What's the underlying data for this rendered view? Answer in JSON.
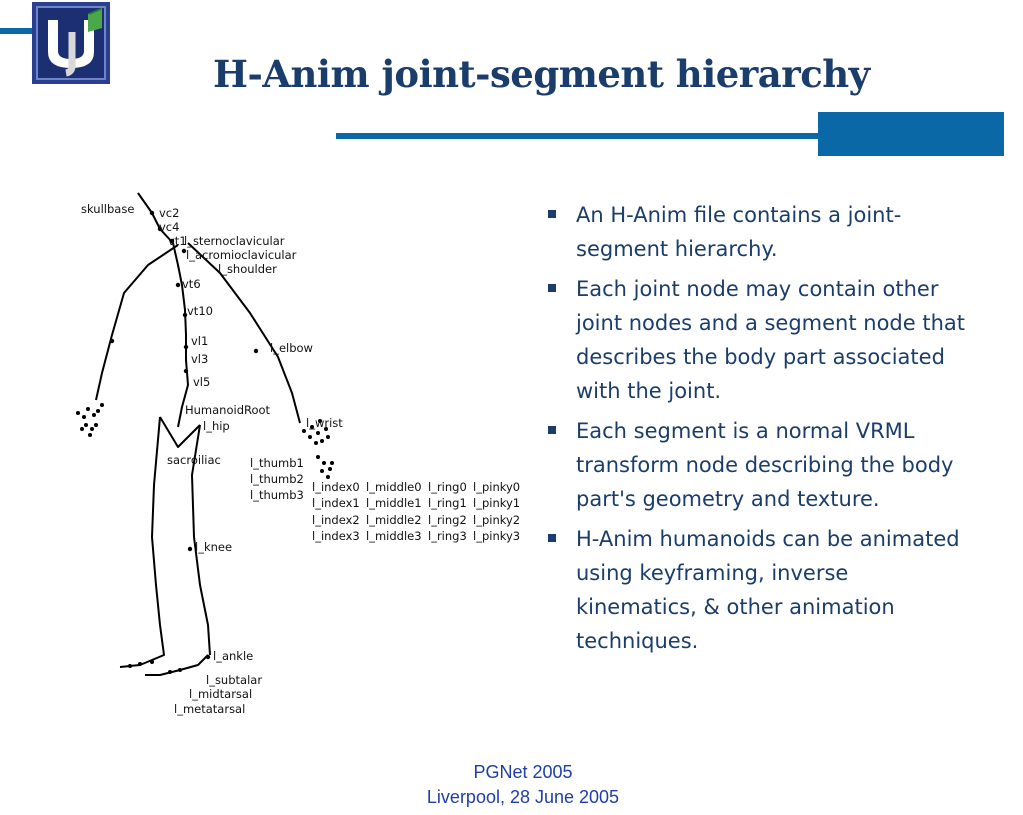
{
  "title": "H-Anim joint-segment hierarchy",
  "colors": {
    "accent": "#0b68a7",
    "title": "#1a3d6b",
    "footer": "#1f3ea8"
  },
  "logo": {
    "icon": "university-shield-logo"
  },
  "diagram": {
    "labels": [
      "skullbase",
      "vc2",
      "vc4",
      "vt1",
      "l_sternoclavicular",
      "l_acromioclavicular",
      "l_shoulder",
      "vt6",
      "vt10",
      "vl1",
      "vl3",
      "vl5",
      "l_elbow",
      "HumanoidRoot",
      "l_hip",
      "l_wrist",
      "sacroiliac",
      "l_thumb1",
      "l_thumb2",
      "l_thumb3",
      "l_index0",
      "l_index1",
      "l_index2",
      "l_index3",
      "l_middle0",
      "l_middle1",
      "l_middle2",
      "l_middle3",
      "l_ring0",
      "l_ring1",
      "l_ring2",
      "l_ring3",
      "l_pinky0",
      "l_pinky1",
      "l_pinky2",
      "l_pinky3",
      "l_knee",
      "l_ankle",
      "l_subtalar",
      "l_midtarsal",
      "l_metatarsal"
    ]
  },
  "bullets": [
    "An H-Anim file contains a joint-segment hierarchy.",
    "Each joint node may contain other joint nodes and a segment node that describes the body part associated with the joint.",
    "Each segment is a normal VRML transform node describing the body part's geometry and texture.",
    "H-Anim humanoids can be animated using keyframing, inverse kinematics, & other animation techniques."
  ],
  "footer": {
    "line1": "PGNet 2005",
    "line2": "Liverpool, 28 June 2005"
  }
}
